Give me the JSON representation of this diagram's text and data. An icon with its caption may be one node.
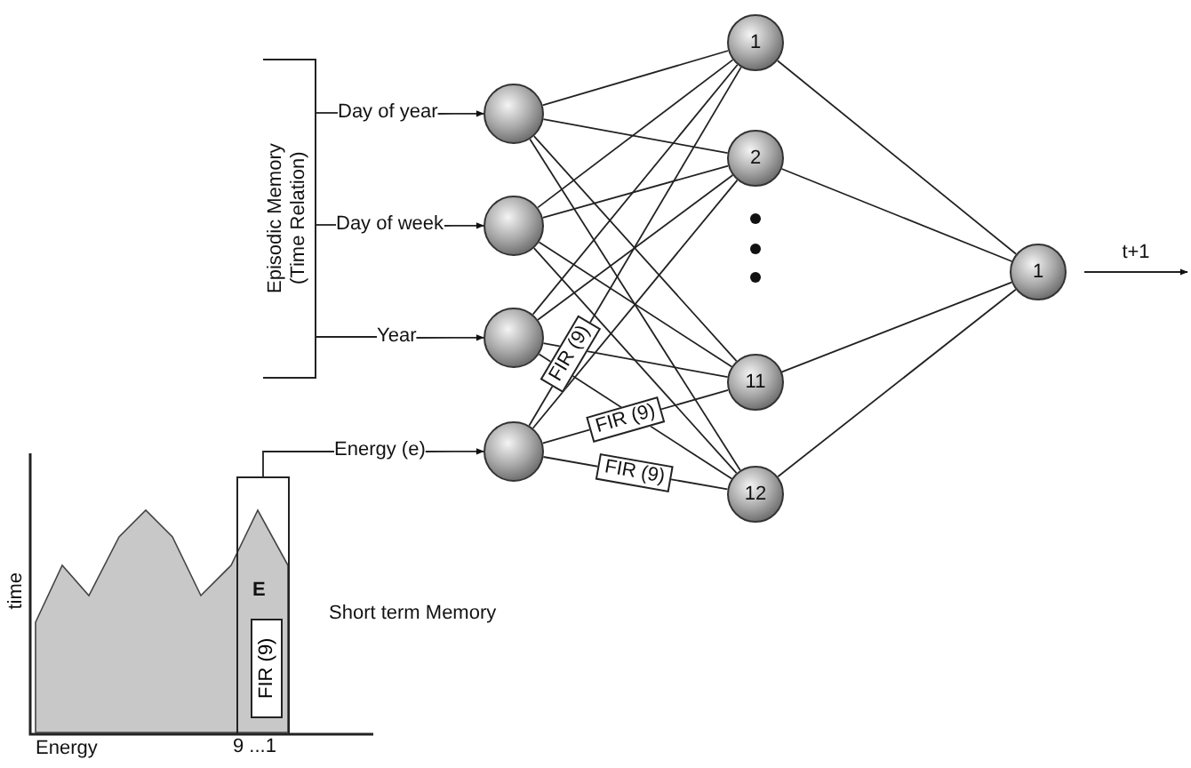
{
  "diagram": {
    "nodes": [
      {
        "text": [
          "Episodic Memory (Time Relation)"
        ]
      },
      {
        "text": [
          "Day of year"
        ]
      },
      {
        "text": [
          "Day of week"
        ]
      },
      {
        "text": [
          "Year"
        ]
      },
      {
        "text": [
          "Energy (e)"
        ]
      },
      {
        "text": [
          "E"
        ]
      },
      {
        "text": [
          "FIR (9)"
        ],
        "in": 5
      },
      {
        "text": [],
        "shape": "circle"
      },
      {
        "text": [],
        "shape": "circle"
      },
      {
        "text": [],
        "shape": "circle"
      },
      {
        "text": [],
        "shape": "circle"
      },
      {
        "text": [
          "1"
        ]
      },
      {
        "text": [
          "2"
        ]
      },
      {
        "text": [
          "11"
        ]
      },
      {
        "text": [
          "12"
        ]
      },
      {
        "text": [
          "1"
        ]
      }
    ],
    "edges": [
      {
        "from": 0,
        "to": 1,
        "arrow": "none"
      },
      {
        "from": 0,
        "to": 2,
        "arrow": "none"
      },
      {
        "from": 0,
        "to": 3,
        "arrow": "none"
      },
      {
        "from": 1,
        "to": 7,
        "arrow": "to"
      },
      {
        "from": 2,
        "to": 8,
        "arrow": "to"
      },
      {
        "from": 3,
        "to": 9,
        "arrow": "to"
      },
      {
        "from": 5,
        "to": 4,
        "arrow": "none"
      },
      {
        "from": 4,
        "to": 10,
        "arrow": "to"
      },
      {
        "from": 7,
        "to": 11,
        "arrow": "none"
      },
      {
        "from": 7,
        "to": 12,
        "arrow": "none"
      },
      {
        "from": 7,
        "to": 13,
        "arrow": "none"
      },
      {
        "from": 7,
        "to": 14,
        "arrow": "none"
      },
      {
        "from": 8,
        "to": 11,
        "arrow": "none"
      },
      {
        "from": 8,
        "to": 12,
        "arrow": "none"
      },
      {
        "from": 8,
        "to": 13,
        "arrow": "none"
      },
      {
        "from": 8,
        "to": 14,
        "arrow": "none"
      },
      {
        "from": 9,
        "to": 11,
        "arrow": "none"
      },
      {
        "from": 9,
        "to": 12,
        "arrow": "none"
      },
      {
        "from": 9,
        "to": 13,
        "arrow": "none"
      },
      {
        "from": 9,
        "to": 14,
        "arrow": "none"
      },
      {
        "from": 10,
        "to": 11,
        "arrow": "none",
        "label": "FIR (9)"
      },
      {
        "from": 10,
        "to": 12,
        "arrow": "none"
      },
      {
        "from": 10,
        "to": 13,
        "arrow": "none",
        "label": "FIR (9)"
      },
      {
        "from": 10,
        "to": 14,
        "arrow": "none",
        "label": "FIR (9)"
      },
      {
        "from": 11,
        "to": 15,
        "arrow": "none"
      },
      {
        "from": 12,
        "to": 15,
        "arrow": "none"
      },
      {
        "from": 13,
        "to": 15,
        "arrow": "none"
      },
      {
        "from": 14,
        "to": 15,
        "arrow": "none"
      },
      {
        "from": 15,
        "to": null,
        "arrow": "to",
        "label": "t+1"
      }
    ],
    "labels": [
      "time",
      "Short term Memory",
      "Energy",
      "9 ...1"
    ]
  }
}
